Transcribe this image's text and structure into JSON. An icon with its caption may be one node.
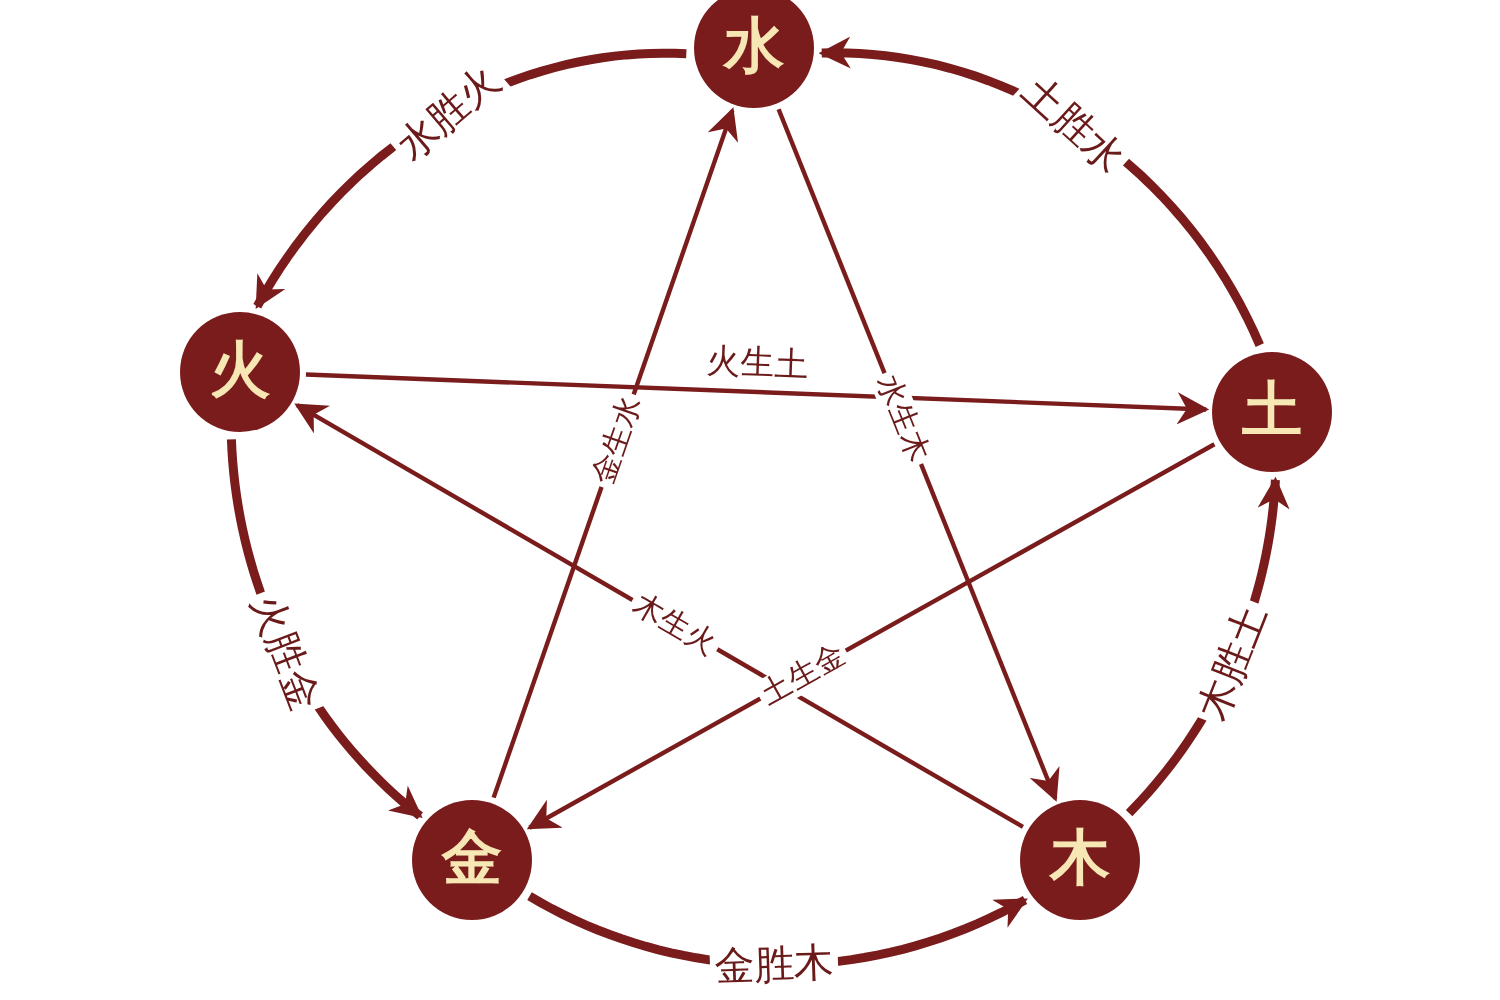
{
  "diagram": {
    "nodes": [
      {
        "text": [
          "水"
        ]
      },
      {
        "text": [
          "火"
        ]
      },
      {
        "text": [
          "土"
        ]
      },
      {
        "text": [
          "金"
        ]
      },
      {
        "text": [
          "木"
        ]
      }
    ],
    "edges": [
      {
        "from": 0,
        "to": 1,
        "arrow": "to",
        "label": "水胜火",
        "style": "thick"
      },
      {
        "from": 1,
        "to": 3,
        "arrow": "to",
        "label": "火胜金",
        "style": "thick"
      },
      {
        "from": 3,
        "to": 4,
        "arrow": "to",
        "label": "金胜木",
        "style": "thick"
      },
      {
        "from": 4,
        "to": 2,
        "arrow": "to",
        "label": "木胜土",
        "style": "thick"
      },
      {
        "from": 2,
        "to": 0,
        "arrow": "to",
        "label": "土胜水",
        "style": "thick"
      },
      {
        "from": 1,
        "to": 2,
        "arrow": "to",
        "label": "火生土"
      },
      {
        "from": 2,
        "to": 3,
        "arrow": "to",
        "label": "土生金"
      },
      {
        "from": 3,
        "to": 0,
        "arrow": "to",
        "label": "金生水"
      },
      {
        "from": 0,
        "to": 4,
        "arrow": "to",
        "label": "水生木"
      },
      {
        "from": 4,
        "to": 1,
        "arrow": "to",
        "label": "木生火"
      }
    ]
  }
}
